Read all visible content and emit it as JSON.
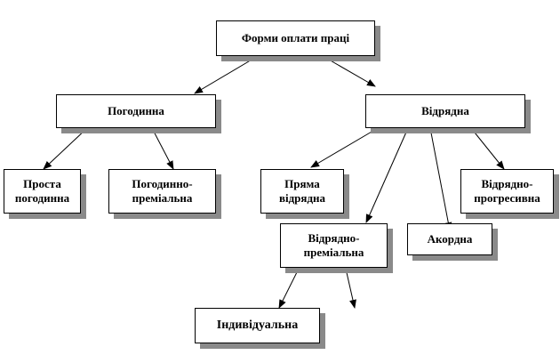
{
  "diagram": {
    "colors": {
      "stroke": "#000000",
      "shadow": "#8a8a8a",
      "background": "#ffffff"
    },
    "nodes": {
      "root": "Форми оплати праці",
      "hourly": "Погодинна",
      "piecework": "Відрядна",
      "simple_hourly": "Проста\nпогодинна",
      "hourly_bonus": "Погодинно-\nпреміальна",
      "direct_piecework": "Пряма\nвідрядна",
      "piecework_progressive": "Відрядно-\nпрогресивна",
      "piecework_bonus": "Відрядно-\nпреміальна",
      "chord": "Акордна",
      "individual": "Індивідуальна"
    }
  }
}
